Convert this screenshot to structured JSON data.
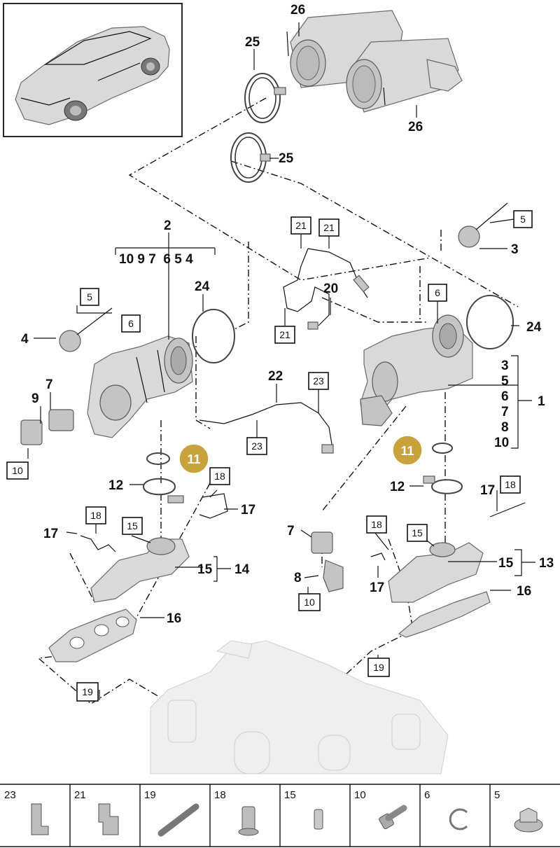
{
  "labels": {
    "l26a": "26",
    "l26b": "26",
    "l25a": "25",
    "l25b": "25",
    "l2": "2",
    "l_group_left": "10 9 7  6 5 4",
    "l24a": "24",
    "l24b": "24",
    "l4": "4",
    "l9": "9",
    "l7a": "7",
    "l22": "22",
    "l20": "20",
    "l3": "3",
    "l1": "1",
    "l_group_right": [
      "3",
      "5",
      "6",
      "7",
      "8",
      "10"
    ],
    "l12a": "12",
    "l12b": "12",
    "l17a": "17",
    "l17b": "17",
    "l17c": "17",
    "l17d": "17",
    "l7b": "7",
    "l8": "8",
    "l15a": "15",
    "l14": "14",
    "l15b": "15",
    "l13": "13",
    "l16a": "16",
    "l16b": "16"
  },
  "boxed": {
    "b5a": "5",
    "b6a": "6",
    "b10a": "10",
    "b21a": "21",
    "b21b": "21",
    "b21c": "21",
    "b23a": "23",
    "b23b": "23",
    "b5b": "5",
    "b6b": "6",
    "b18a": "18",
    "b18b": "18",
    "b15a": "15",
    "b10b": "10",
    "b18c": "18",
    "b18d": "18",
    "b15b": "15",
    "b19a": "19",
    "b19b": "19"
  },
  "highlight": {
    "h11a": "11",
    "h11b": "11"
  },
  "highlight_color": "#c8a23a",
  "parts_strip": [
    {
      "num": "23",
      "icon": "bracket-clip-icon"
    },
    {
      "num": "21",
      "icon": "double-bracket-icon"
    },
    {
      "num": "19",
      "icon": "cable-tie-icon"
    },
    {
      "num": "18",
      "icon": "rivet-nut-icon"
    },
    {
      "num": "15",
      "icon": "stud-icon"
    },
    {
      "num": "10",
      "icon": "bolt-icon"
    },
    {
      "num": "6",
      "icon": "circlip-icon"
    },
    {
      "num": "5",
      "icon": "flange-nut-icon"
    }
  ]
}
